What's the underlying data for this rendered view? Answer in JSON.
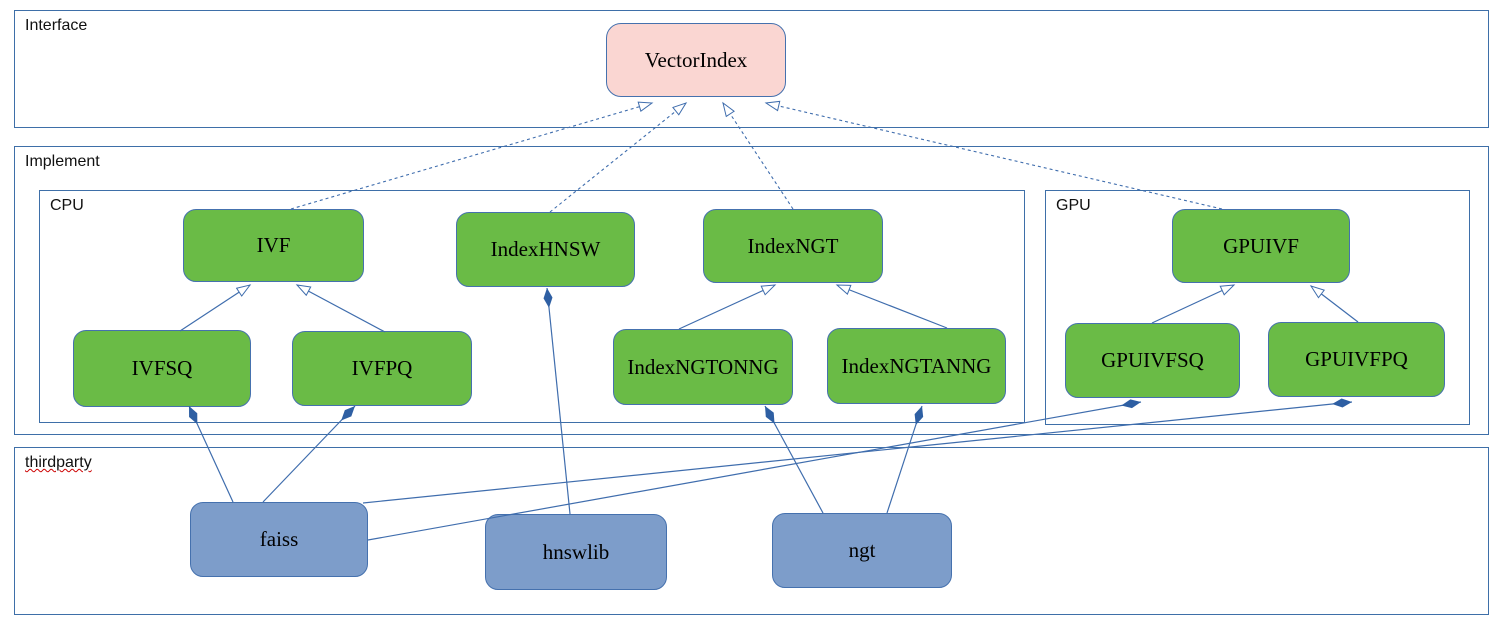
{
  "sections": {
    "interface": {
      "label": "Interface"
    },
    "implement": {
      "label": "Implement"
    },
    "cpu": {
      "label": "CPU"
    },
    "gpu": {
      "label": "GPU"
    },
    "thirdparty": {
      "label": "thirdparty"
    }
  },
  "nodes": {
    "vectorindex": {
      "label": "VectorIndex"
    },
    "ivf": {
      "label": "IVF"
    },
    "indexhnsw": {
      "label": "IndexHNSW"
    },
    "indexngt": {
      "label": "IndexNGT"
    },
    "ivfsq": {
      "label": "IVFSQ"
    },
    "ivfpq": {
      "label": "IVFPQ"
    },
    "indexngtonng": {
      "label": "IndexNGTONNG"
    },
    "indexngtanng": {
      "label": "IndexNGTANNG"
    },
    "gpuivf": {
      "label": "GPUIVF"
    },
    "gpuivfsq": {
      "label": "GPUIVFSQ"
    },
    "gpuivfpq": {
      "label": "GPUIVFPQ"
    },
    "faiss": {
      "label": "faiss"
    },
    "hnswlib": {
      "label": "hnswlib"
    },
    "ngt": {
      "label": "ngt"
    }
  },
  "relationships": {
    "realizes": [
      [
        "IVF",
        "VectorIndex"
      ],
      [
        "IndexHNSW",
        "VectorIndex"
      ],
      [
        "IndexNGT",
        "VectorIndex"
      ],
      [
        "GPUIVF",
        "VectorIndex"
      ]
    ],
    "inherits": [
      [
        "IVFSQ",
        "IVF"
      ],
      [
        "IVFPQ",
        "IVF"
      ],
      [
        "IndexNGTONNG",
        "IndexNGT"
      ],
      [
        "IndexNGTANNG",
        "IndexNGT"
      ],
      [
        "GPUIVFSQ",
        "GPUIVF"
      ],
      [
        "GPUIVFPQ",
        "GPUIVF"
      ]
    ],
    "composes": [
      [
        "faiss",
        "IVFSQ"
      ],
      [
        "faiss",
        "IVFPQ"
      ],
      [
        "faiss",
        "GPUIVFSQ"
      ],
      [
        "faiss",
        "GPUIVFPQ"
      ],
      [
        "hnswlib",
        "IndexHNSW"
      ],
      [
        "ngt",
        "IndexNGTONNG"
      ],
      [
        "ngt",
        "IndexNGTANNG"
      ]
    ]
  },
  "colors": {
    "green_node_fill": "#6ABB46",
    "pink_node_fill": "#FAD6D2",
    "blue_node_fill": "#7D9DCA",
    "node_border": "#4571AE",
    "section_border": "#3E6FA8",
    "connector": "#3F6DAD",
    "diamond_fill": "#2E5FA3",
    "spellcheck_underline": "#CC0000"
  }
}
